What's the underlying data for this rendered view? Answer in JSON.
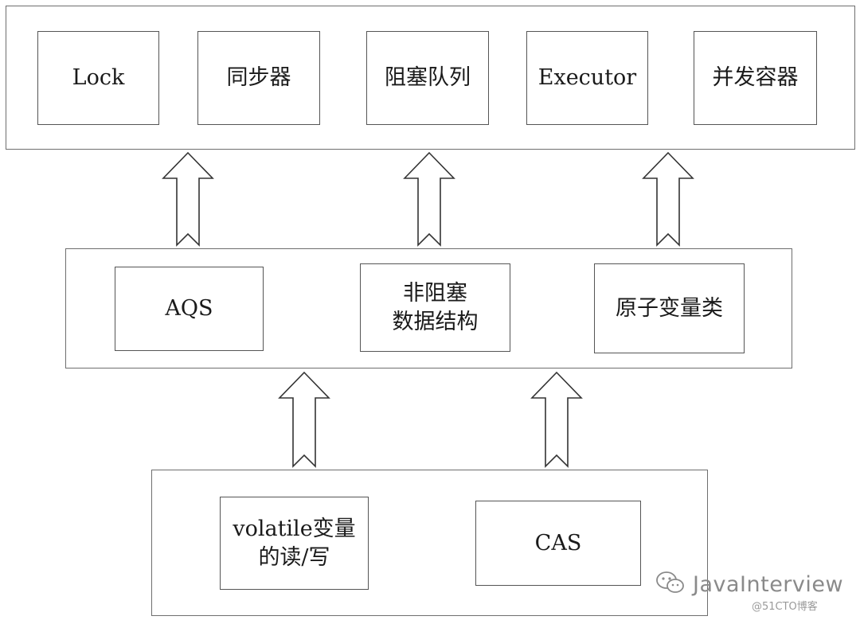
{
  "top_layer": {
    "items": [
      "Lock",
      "同步器",
      "阻塞队列",
      "Executor",
      "并发容器"
    ]
  },
  "middle_layer": {
    "items": [
      "AQS",
      "非阻塞\n数据结构",
      "原子变量类"
    ]
  },
  "bottom_layer": {
    "items": [
      "volatile变量\n的读/写",
      "CAS"
    ]
  },
  "watermark": {
    "brand": "JavaInterview",
    "sub": "@51CTO博客"
  }
}
